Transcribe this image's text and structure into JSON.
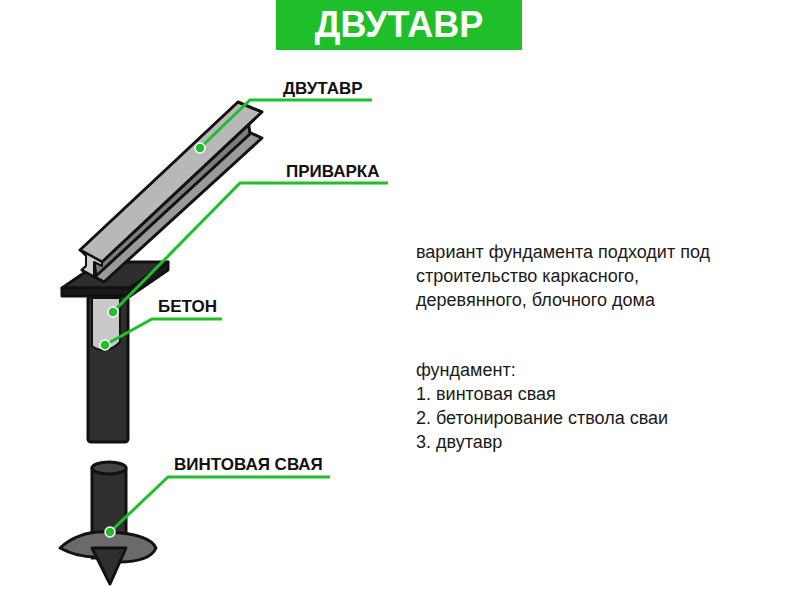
{
  "diagram": {
    "title": "ДВУТАВР",
    "labels": [
      "ДВУТАВР",
      "ПРИВАРКА",
      "БЕТОН",
      "ВИНТОВАЯ СВАЯ",
      "вариант фундамента подходит под строительство каркасного, деревянного, блочного дома",
      "фундамент:",
      "1. винтовая свая",
      "2. бетонирование ствола сваи",
      "3. двутавр"
    ]
  }
}
